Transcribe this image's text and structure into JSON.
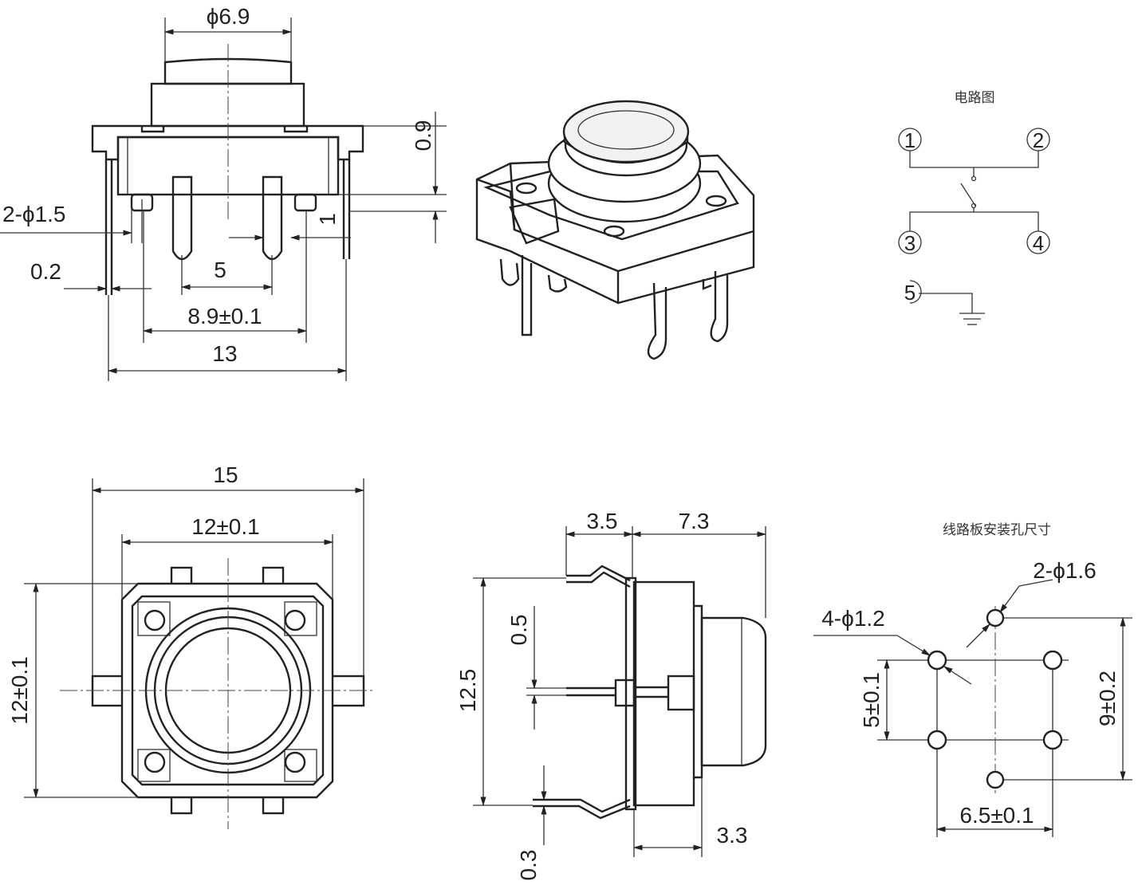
{
  "top_view": {
    "dim_cap_diameter": "ϕ6.9",
    "dim_height": "0.9",
    "dim_pin_hole": "2-ϕ1.5",
    "dim_gap": "1",
    "dim_lead": "0.2",
    "dim_pin_pitch": "5",
    "dim_pin_span": "8.9±0.1",
    "dim_overall": "13"
  },
  "circuit": {
    "title": "电路图",
    "pin1": "1",
    "pin2": "2",
    "pin3": "3",
    "pin4": "4",
    "pin5": "5"
  },
  "bottom_view": {
    "dim_width": "15",
    "dim_body": "12±0.1",
    "dim_body_v": "12±0.1"
  },
  "side_view": {
    "dim_left": "3.5",
    "dim_right": "7.3",
    "dim_thickness": "0.5",
    "dim_height": "12.5",
    "dim_lead": "0.3",
    "dim_cap": "3.3"
  },
  "pcb_layout": {
    "title": "线路板安装孔尺寸",
    "dim_large_hole": "2-ϕ1.6",
    "dim_small_hole": "4-ϕ1.2",
    "dim_v_pitch": "5±0.1",
    "dim_v_span": "9±0.2",
    "dim_h_pitch": "6.5±0.1"
  }
}
